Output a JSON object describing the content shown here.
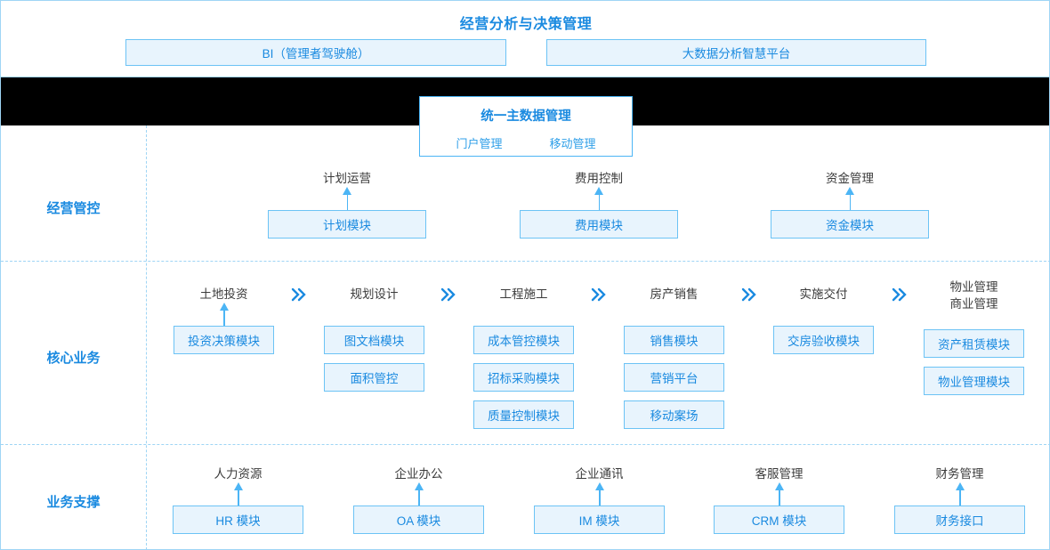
{
  "top": {
    "title": "经营分析与决策管理",
    "platforms": [
      {
        "label": "BI（管理者驾驶舱）"
      },
      {
        "label": "大数据分析智慧平台"
      }
    ]
  },
  "master_data": {
    "title": "统一主数据管理",
    "subitems": [
      {
        "label": "门户管理"
      },
      {
        "label": "移动管理"
      }
    ]
  },
  "rows": [
    {
      "label": "经营管控",
      "groups": [
        {
          "title": "计划运营",
          "arrow": true,
          "modules": [
            {
              "label": "计划模块"
            }
          ]
        },
        {
          "title": "费用控制",
          "arrow": true,
          "modules": [
            {
              "label": "费用模块"
            }
          ]
        },
        {
          "title": "资金管理",
          "arrow": true,
          "modules": [
            {
              "label": "资金模块"
            }
          ]
        }
      ]
    },
    {
      "label": "核心业务",
      "groups": [
        {
          "title": "土地投资",
          "arrow": true,
          "modules": [
            {
              "label": "投资决策模块"
            }
          ]
        },
        {
          "title": "规划设计",
          "arrow": false,
          "modules": [
            {
              "label": "图文档模块"
            },
            {
              "label": "面积管控"
            }
          ]
        },
        {
          "title": "工程施工",
          "arrow": false,
          "modules": [
            {
              "label": "成本管控模块"
            },
            {
              "label": "招标采购模块"
            },
            {
              "label": "质量控制模块"
            }
          ]
        },
        {
          "title": "房产销售",
          "arrow": false,
          "modules": [
            {
              "label": "销售模块"
            },
            {
              "label": "营销平台"
            },
            {
              "label": "移动案场"
            }
          ]
        },
        {
          "title": "实施交付",
          "arrow": false,
          "modules": [
            {
              "label": "交房验收模块"
            }
          ]
        },
        {
          "title": "物业管理\n商业管理",
          "arrow": false,
          "modules": [
            {
              "label": "资产租赁模块"
            },
            {
              "label": "物业管理模块"
            }
          ]
        }
      ],
      "chevrons": [
        "»",
        "»",
        "»",
        "»",
        "»"
      ]
    },
    {
      "label": "业务支撑",
      "groups": [
        {
          "title": "人力资源",
          "arrow": true,
          "modules": [
            {
              "label": "HR 模块"
            }
          ]
        },
        {
          "title": "企业办公",
          "arrow": true,
          "modules": [
            {
              "label": "OA 模块"
            }
          ]
        },
        {
          "title": "企业通讯",
          "arrow": true,
          "modules": [
            {
              "label": "IM 模块"
            }
          ]
        },
        {
          "title": "客服管理",
          "arrow": true,
          "modules": [
            {
              "label": "CRM 模块"
            }
          ]
        },
        {
          "title": "财务管理",
          "arrow": true,
          "modules": [
            {
              "label": "财务接口"
            }
          ]
        }
      ]
    }
  ],
  "colors": {
    "accent": "#1a8ae0",
    "border": "#6cc3f5",
    "fill": "#e8f4fd",
    "dashed": "#9fd5f5",
    "band": "#000000",
    "title_text": "#3b3b3b"
  }
}
